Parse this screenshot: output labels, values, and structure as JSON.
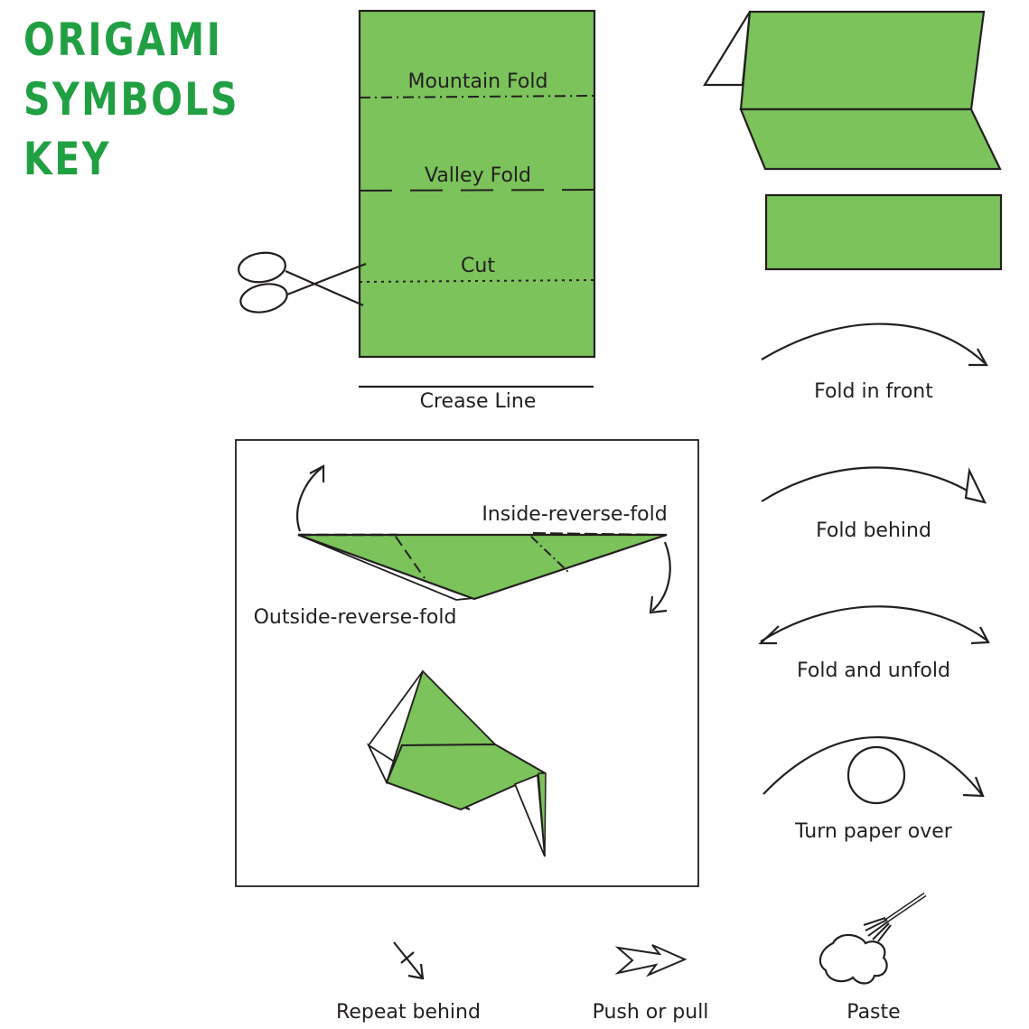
{
  "title": {
    "lines": [
      "ORIGAMI",
      "SYMBOLS",
      "KEY"
    ]
  },
  "colors": {
    "paper_green": "#7bc35a",
    "title_green": "#21a043",
    "ink": "#231f20"
  },
  "fold_lines": {
    "mountain": "Mountain Fold",
    "valley": "Valley Fold",
    "cut": "Cut",
    "crease": "Crease Line"
  },
  "reverse_folds": {
    "inside": "Inside-reverse-fold",
    "outside": "Outside-reverse-fold"
  },
  "arrows": {
    "fold_in_front": "Fold in front",
    "fold_behind": "Fold behind",
    "fold_and_unfold": "Fold and unfold",
    "turn_paper_over": "Turn paper over"
  },
  "bottom_symbols": {
    "repeat_behind": "Repeat behind",
    "push_or_pull": "Push or pull",
    "paste": "Paste"
  },
  "icons": [
    "scissors-icon",
    "paste-brush-icon",
    "push-pull-arrow-icon",
    "repeat-behind-arrow-icon"
  ]
}
